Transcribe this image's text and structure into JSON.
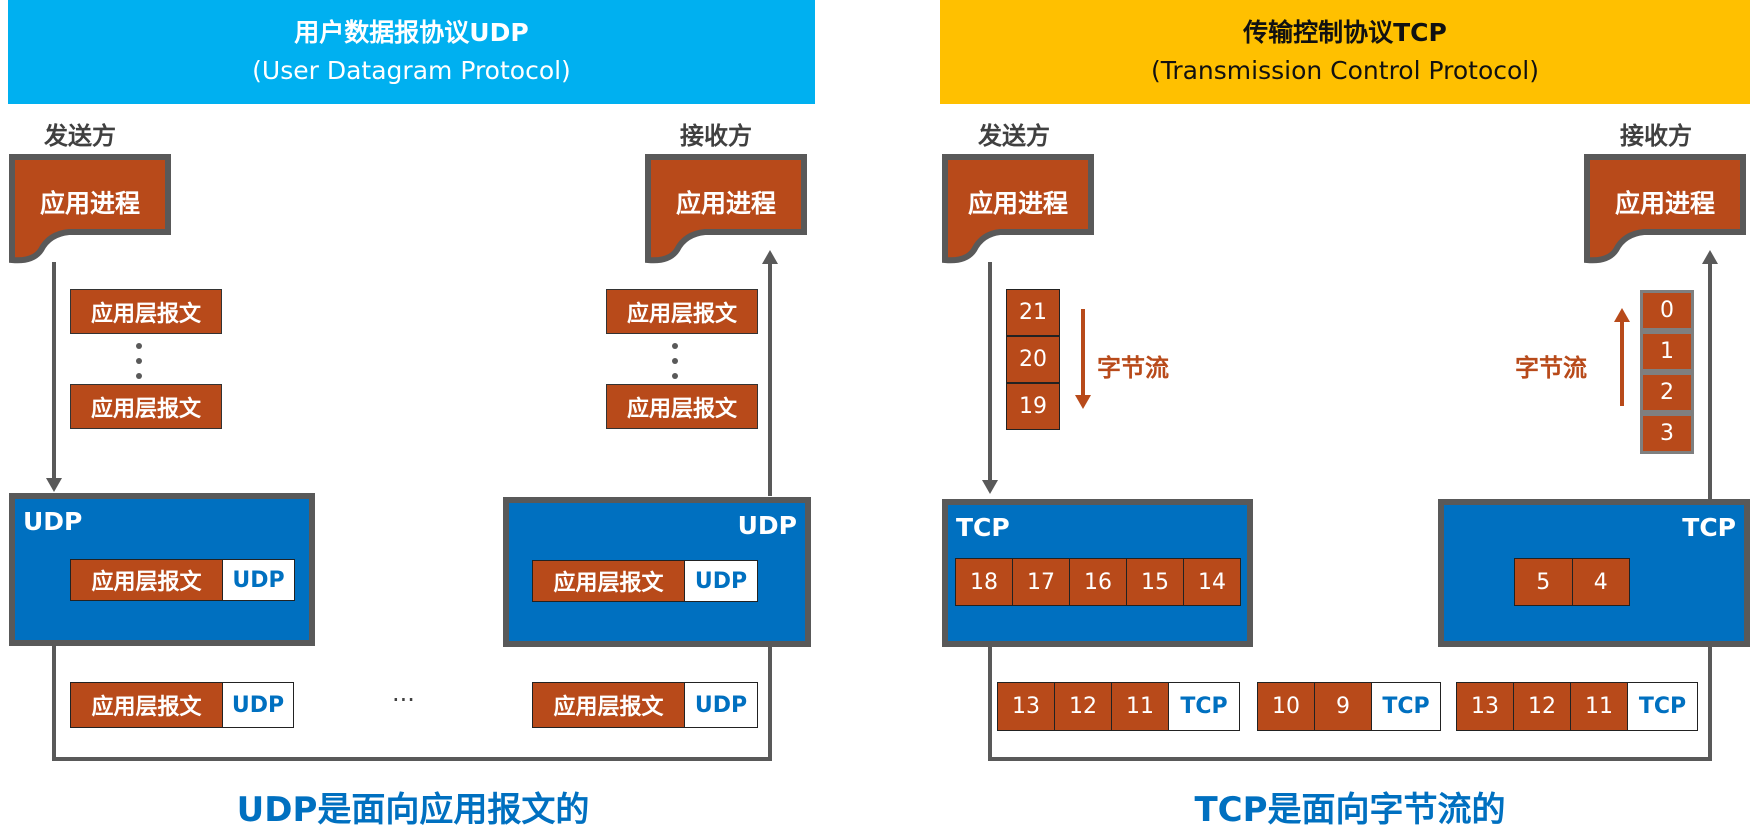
{
  "colors": {
    "udp_header": "#00b0f0",
    "tcp_header": "#ffc000",
    "data_block": "#b84a1a",
    "protocol_box": "#0070c0",
    "line": "#595959",
    "title_text": "#0070c0"
  },
  "udp": {
    "title": "用户数据报协议UDP",
    "subtitle": "(User Datagram Protocol)",
    "sender_label": "发送方",
    "receiver_label": "接收方",
    "process_label": "应用进程",
    "message_label": "应用层报文",
    "protocol_label": "UDP",
    "ellipsis": "···",
    "conclusion": "UDP是面向应用报文的"
  },
  "tcp": {
    "title": "传输控制协议TCP",
    "subtitle": "(Transmission Control Protocol)",
    "sender_label": "发送方",
    "receiver_label": "接收方",
    "process_label": "应用进程",
    "protocol_label": "TCP",
    "stream_label": "字节流",
    "sender_stream": [
      "21",
      "20",
      "19"
    ],
    "receiver_stream": [
      "0",
      "1",
      "2",
      "3"
    ],
    "sender_buffer": [
      "18",
      "17",
      "16",
      "15",
      "14"
    ],
    "receiver_buffer": [
      "5",
      "4"
    ],
    "segments": [
      [
        "13",
        "12",
        "11"
      ],
      [
        "10",
        "9"
      ],
      [
        "13",
        "12",
        "11"
      ]
    ],
    "conclusion": "TCP是面向字节流的"
  }
}
